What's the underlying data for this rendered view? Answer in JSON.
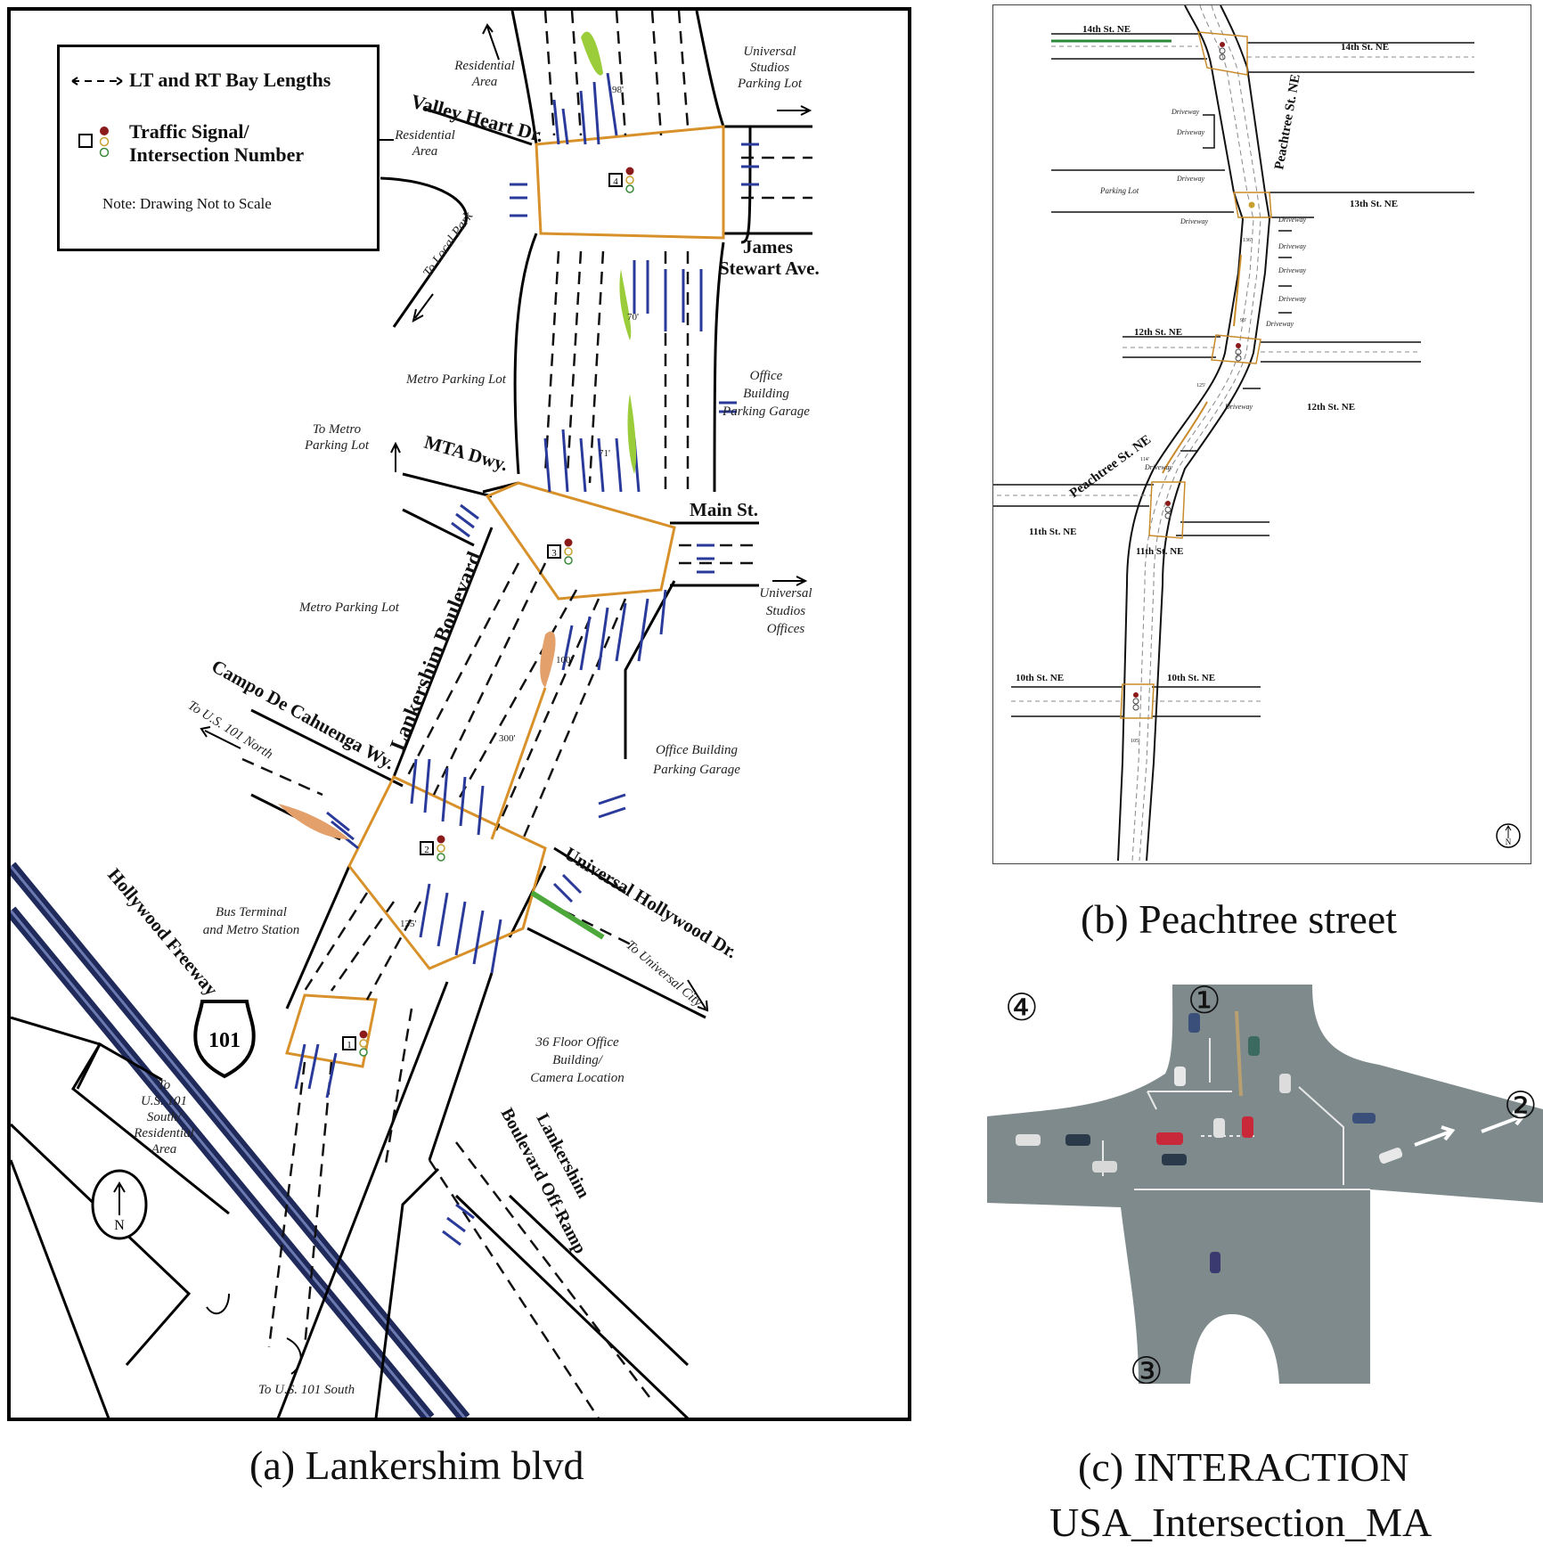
{
  "panel_a": {
    "caption": "(a)  Lankershim blvd",
    "legend": {
      "bay_lengths": "LT and RT Bay Lengths",
      "signal_line1": "Traffic Signal/",
      "signal_line2": "Intersection Number",
      "note": "Note: Drawing Not to Scale"
    },
    "streets": {
      "valley_heart": "Valley Heart Dr.",
      "james_stewart_1": "James",
      "james_stewart_2": "Stewart Ave.",
      "mta_dwy": "MTA Dwy.",
      "main_st": "Main St.",
      "lankershim": "Lankershim Boulevard",
      "campo": "Campo De Cahuenga Wy.",
      "universal_hollywood": "Universal Hollywood Dr.",
      "hollywood_freeway": "Hollywood Freeway",
      "offramp_1": "Lankershim",
      "offramp_2": "Boulevard Off-Ramp"
    },
    "places": {
      "residential_ne_1": "Residential",
      "residential_ne_2": "Area",
      "universal_parking_1": "Universal",
      "universal_parking_2": "Studios",
      "universal_parking_3": "Parking Lot",
      "residential_w_1": "Residential",
      "residential_w_2": "Area",
      "to_local_park": "To Local Park",
      "metro_parking_1": "Metro Parking Lot",
      "to_metro_1": "To Metro",
      "to_metro_2": "Parking Lot",
      "office_garage_ne_1": "Office",
      "office_garage_ne_2": "Building",
      "office_garage_ne_3": "Parking Garage",
      "metro_parking_2": "Metro Parking Lot",
      "universal_offices_1": "Universal",
      "universal_offices_2": "Studios",
      "universal_offices_3": "Offices",
      "to_101_north": "To U.S. 101 North",
      "office_garage_e_1": "Office Building",
      "office_garage_e_2": "Parking Garage",
      "bus_terminal_1": "Bus Terminal",
      "bus_terminal_2": "and Metro Station",
      "to_universal_city": "To Universal City",
      "office_36_1": "36 Floor Office",
      "office_36_2": "Building/",
      "office_36_3": "Camera Location",
      "to_101_south_res_1": "To",
      "to_101_south_res_2": "U.S. 101",
      "to_101_south_res_3": "South/",
      "to_101_south_res_4": "Residential",
      "to_101_south_res_5": "Area",
      "to_101_south": "To U.S. 101 South"
    },
    "shield": "101",
    "intersections": [
      "1",
      "2",
      "3",
      "4"
    ],
    "bay_labels": [
      "98'",
      "70'",
      "71'",
      "100'",
      "300'",
      "135'"
    ],
    "north": "N"
  },
  "panel_b": {
    "caption": "(b)  Peachtree street",
    "streets": {
      "s14_w": "14th St. NE",
      "s14_e": "14th St. NE",
      "peachtree_n": "Peachtree St. NE",
      "s13": "13th St. NE",
      "s12_w": "12th St. NE",
      "s12_e": "12th St. NE",
      "peachtree_s": "Peachtree St. NE",
      "s11_w": "11th St. NE",
      "s11_e": "11th St. NE",
      "s10_w": "10th St. NE",
      "s10_e": "10th St. NE"
    },
    "parking_lot": "Parking Lot",
    "driveways": [
      "Driveway",
      "Driveway",
      "Driveway",
      "Driveway",
      "Driveway",
      "Driveway",
      "Driveway",
      "Driveway",
      "Driveway",
      "Driveway",
      "Driveway"
    ],
    "bay_labels": [
      "136'",
      "93'",
      "125'",
      "114'",
      "105'"
    ],
    "north": "N"
  },
  "panel_c": {
    "caption_line1": "(c)  INTERACTION",
    "caption_line2": "USA_Intersection_MA",
    "approaches": [
      "①",
      "②",
      "③",
      "④"
    ]
  }
}
